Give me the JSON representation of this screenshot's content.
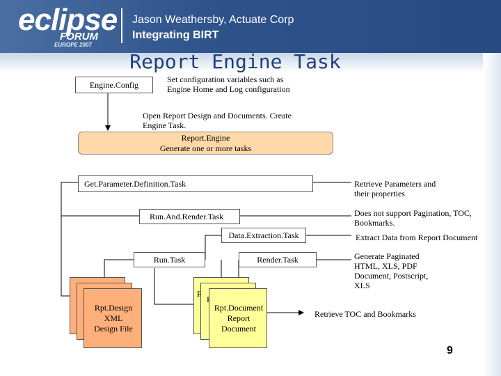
{
  "header": {
    "logo_word": "eclipse",
    "logo_forum": "FORUM",
    "logo_europe": "EUROPE 2007",
    "author": "Jason Weathersby, Actuate Corp",
    "title": "Integrating BIRT",
    "colors": {
      "band": "#2f548c",
      "text": "#ffffff"
    }
  },
  "slide": {
    "title": "Report Engine Task",
    "page_number": "9"
  },
  "diagram": {
    "engine_config": "Engine.Config",
    "engine_config_note": [
      "Set configuration variables such as",
      "Engine Home and Log configuration"
    ],
    "open_note": [
      "Open Report Design and Documents. Create",
      "Engine Task."
    ],
    "report_engine": [
      "Report.Engine",
      "Generate one or more tasks"
    ],
    "get_param_task": "Get.Parameter.Definition.Task",
    "get_param_note": [
      "Retrieve Parameters and",
      "their properties"
    ],
    "run_and_render_task": "Run.And.Render.Task",
    "run_and_render_note": [
      "Does not support Pagination, TOC,",
      "Bookmarks."
    ],
    "data_extraction_task": "Data.Extraction.Task",
    "data_extraction_note": "Extract Data from Report Document",
    "run_task": "Run.Task",
    "render_task": "Render.Task",
    "render_note": [
      "Generate Paginated",
      "HTML, XLS, PDF",
      "Document, Postscript,",
      "XLS"
    ],
    "rptdesign_doc": [
      "Rpt.Design",
      "XML",
      "Design File"
    ],
    "rptdocument_back_1": "R",
    "rptdocument_back_2": "R",
    "rptdocument_doc": [
      "Rpt.Document",
      "Report",
      "Document"
    ],
    "toc_note": "Retrieve TOC and Bookmarks",
    "colors": {
      "engine_box": "#ffd8a8",
      "design_doc": "#ffb07a",
      "report_doc": "#ffff99"
    }
  }
}
